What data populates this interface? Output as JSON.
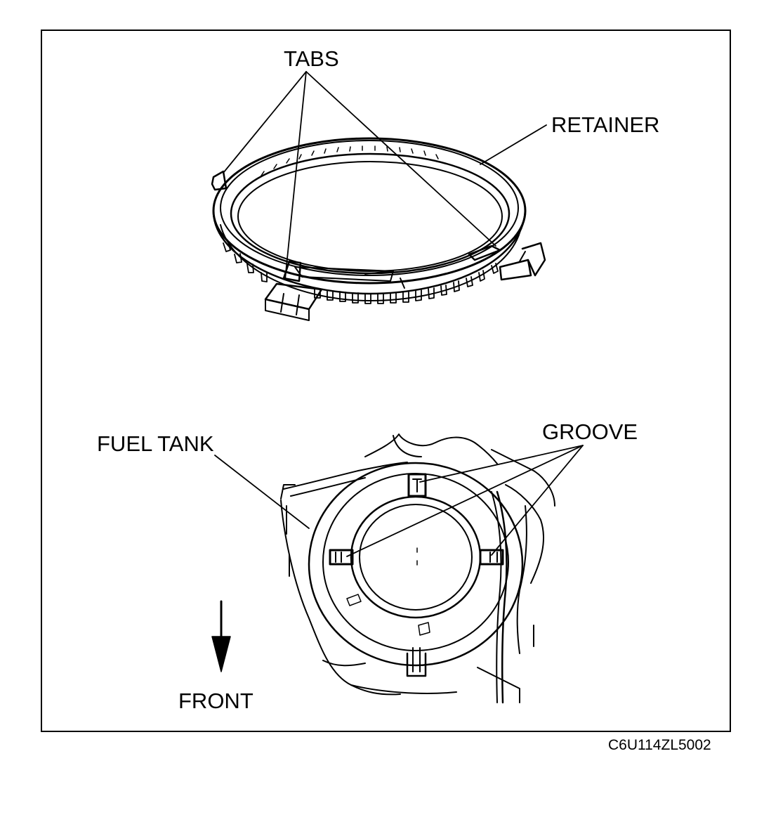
{
  "labels": {
    "tabs": "TABS",
    "retainer": "RETAINER",
    "fuel_tank": "FUEL TANK",
    "groove": "GROOVE",
    "front": "FRONT"
  },
  "figure_code": "C6U114ZL5002"
}
